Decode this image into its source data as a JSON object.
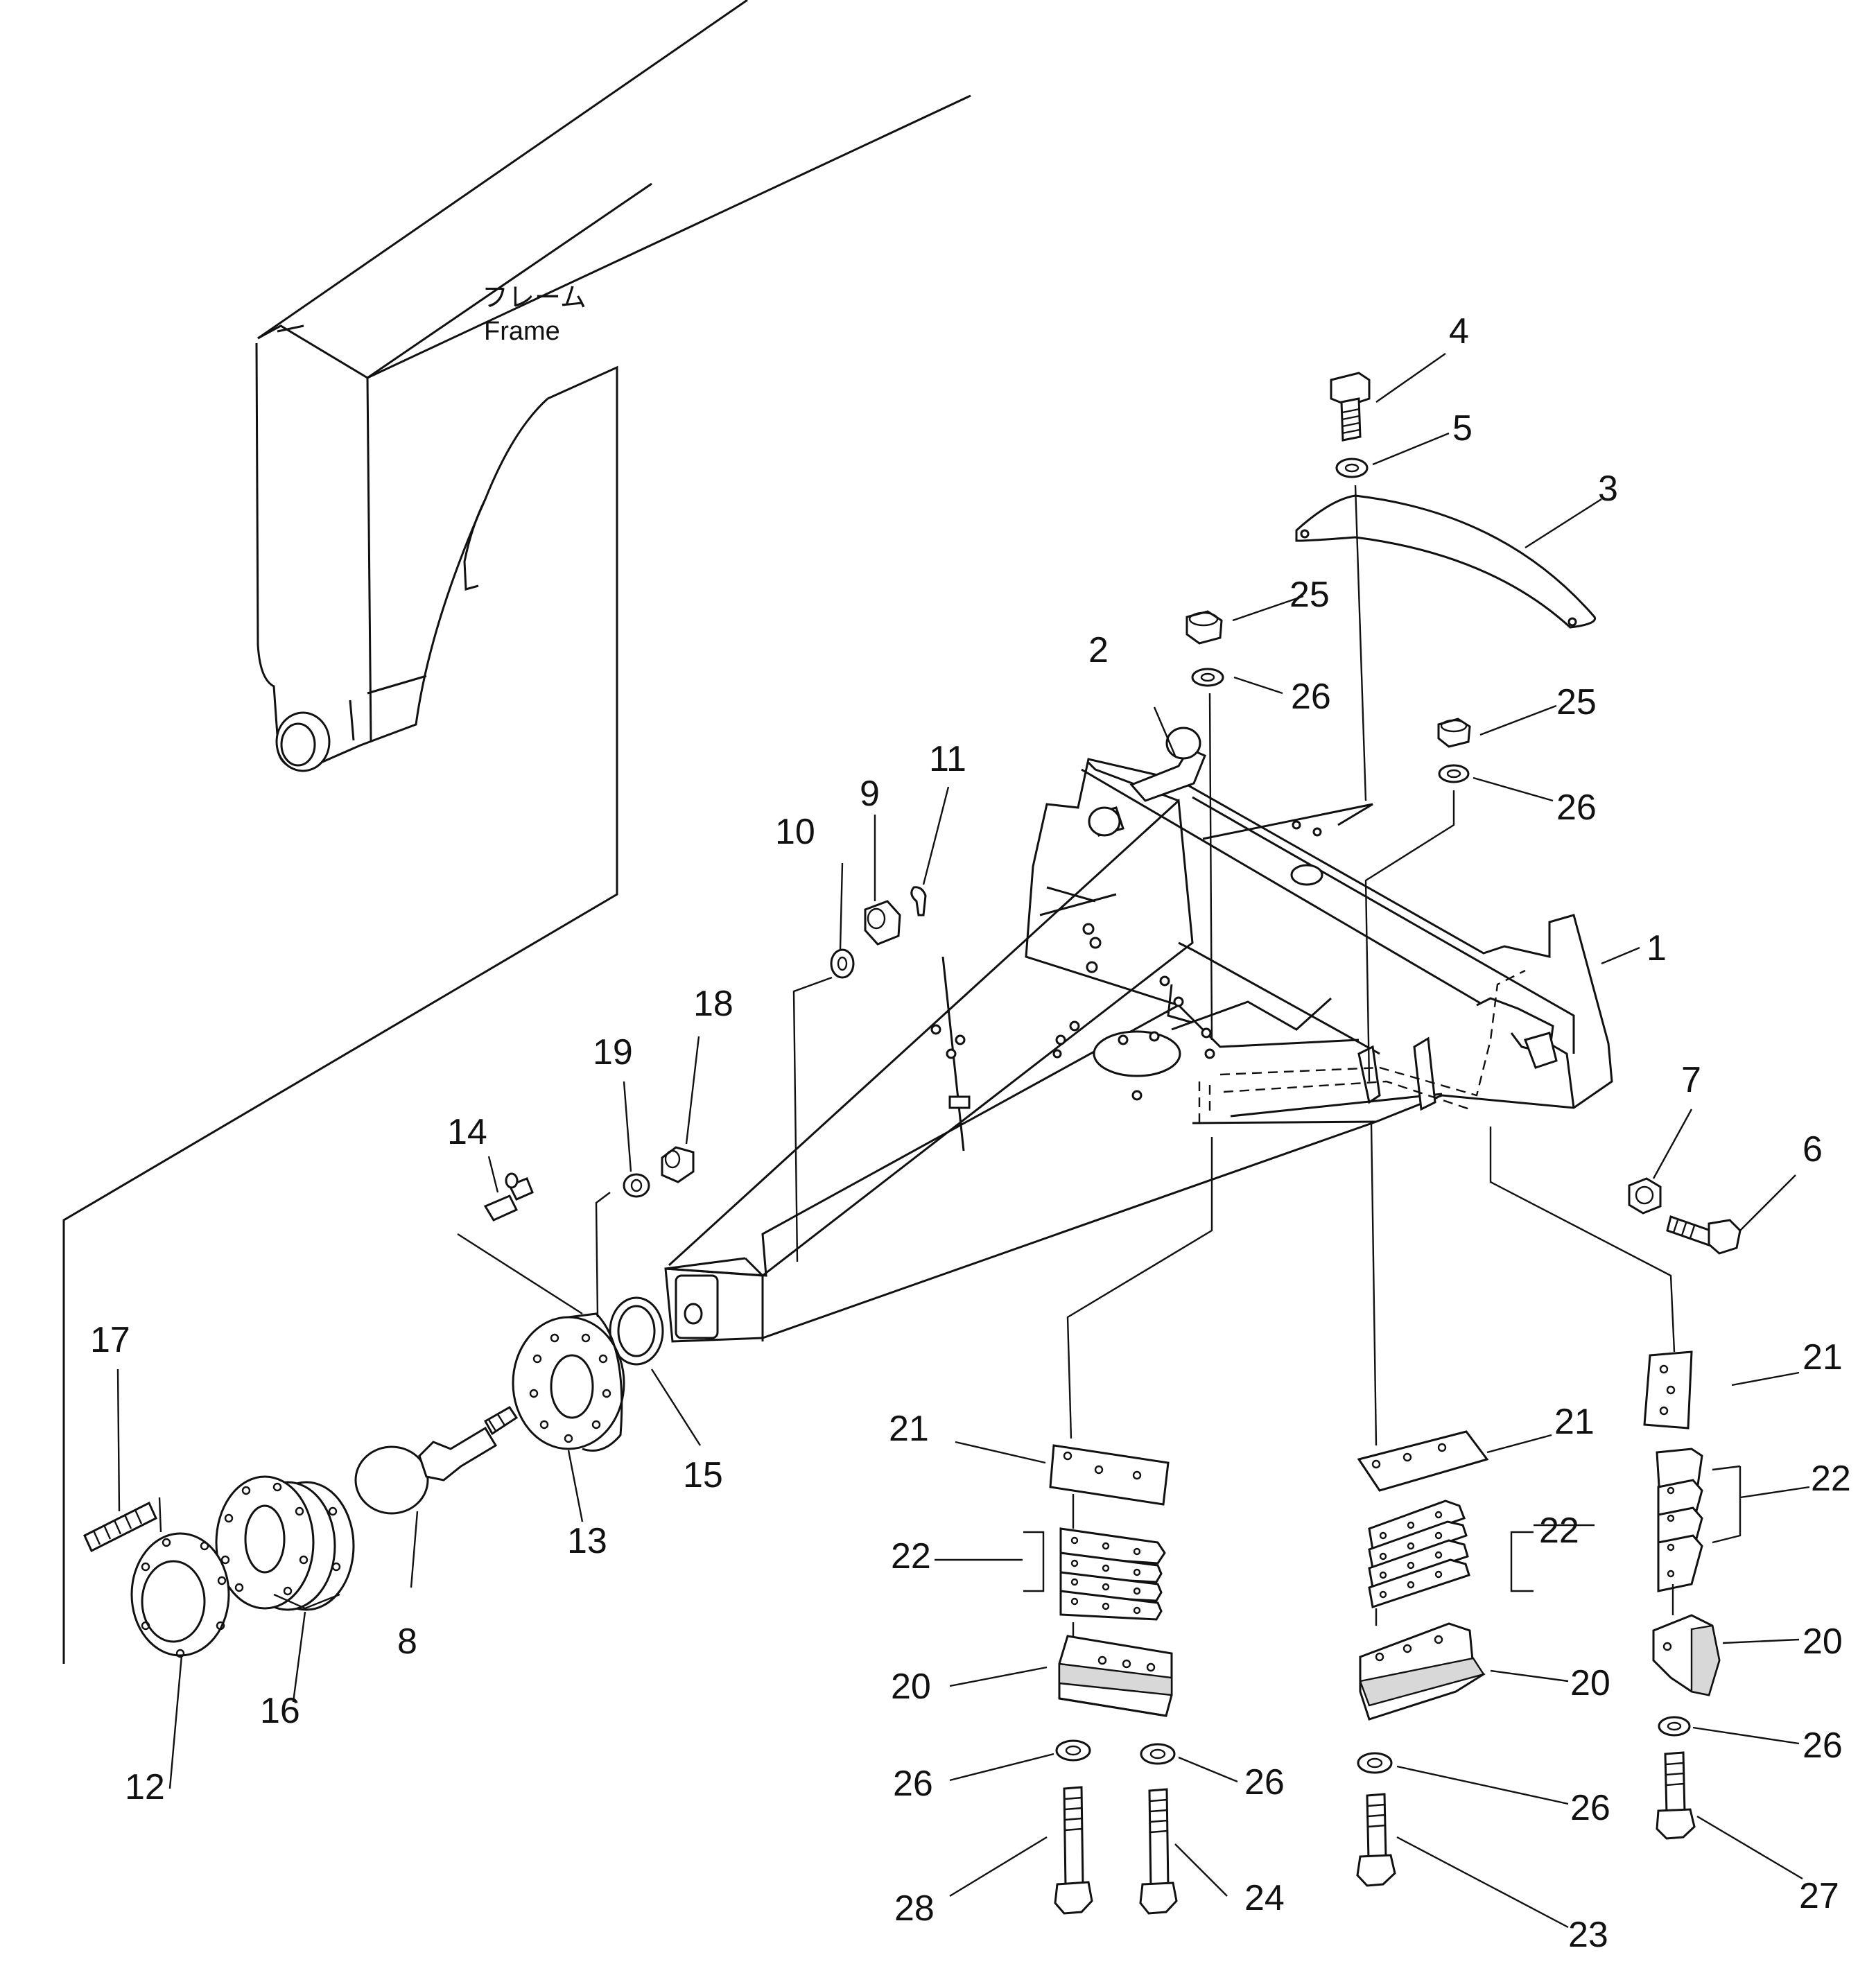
{
  "frame_label": {
    "ja": "フレーム",
    "en": "Frame"
  },
  "callouts": {
    "c1": "1",
    "c2": "2",
    "c3": "3",
    "c4": "4",
    "c5": "5",
    "c6": "6",
    "c7": "7",
    "c8": "8",
    "c9": "9",
    "c10": "10",
    "c11": "11",
    "c12": "12",
    "c13": "13",
    "c14": "14",
    "c15": "15",
    "c16": "16",
    "c17": "17",
    "c18": "18",
    "c19": "19",
    "c20a": "20",
    "c20b": "20",
    "c20c": "20",
    "c21a": "21",
    "c21b": "21",
    "c21c": "21",
    "c22a": "22",
    "c22b": "22",
    "c22c": "22",
    "c23": "23",
    "c24": "24",
    "c25a": "25",
    "c25b": "25",
    "c26a": "26",
    "c26b": "26",
    "c26c": "26",
    "c26d": "26",
    "c26e": "26",
    "c26f": "26",
    "c27": "27",
    "c28": "28"
  }
}
